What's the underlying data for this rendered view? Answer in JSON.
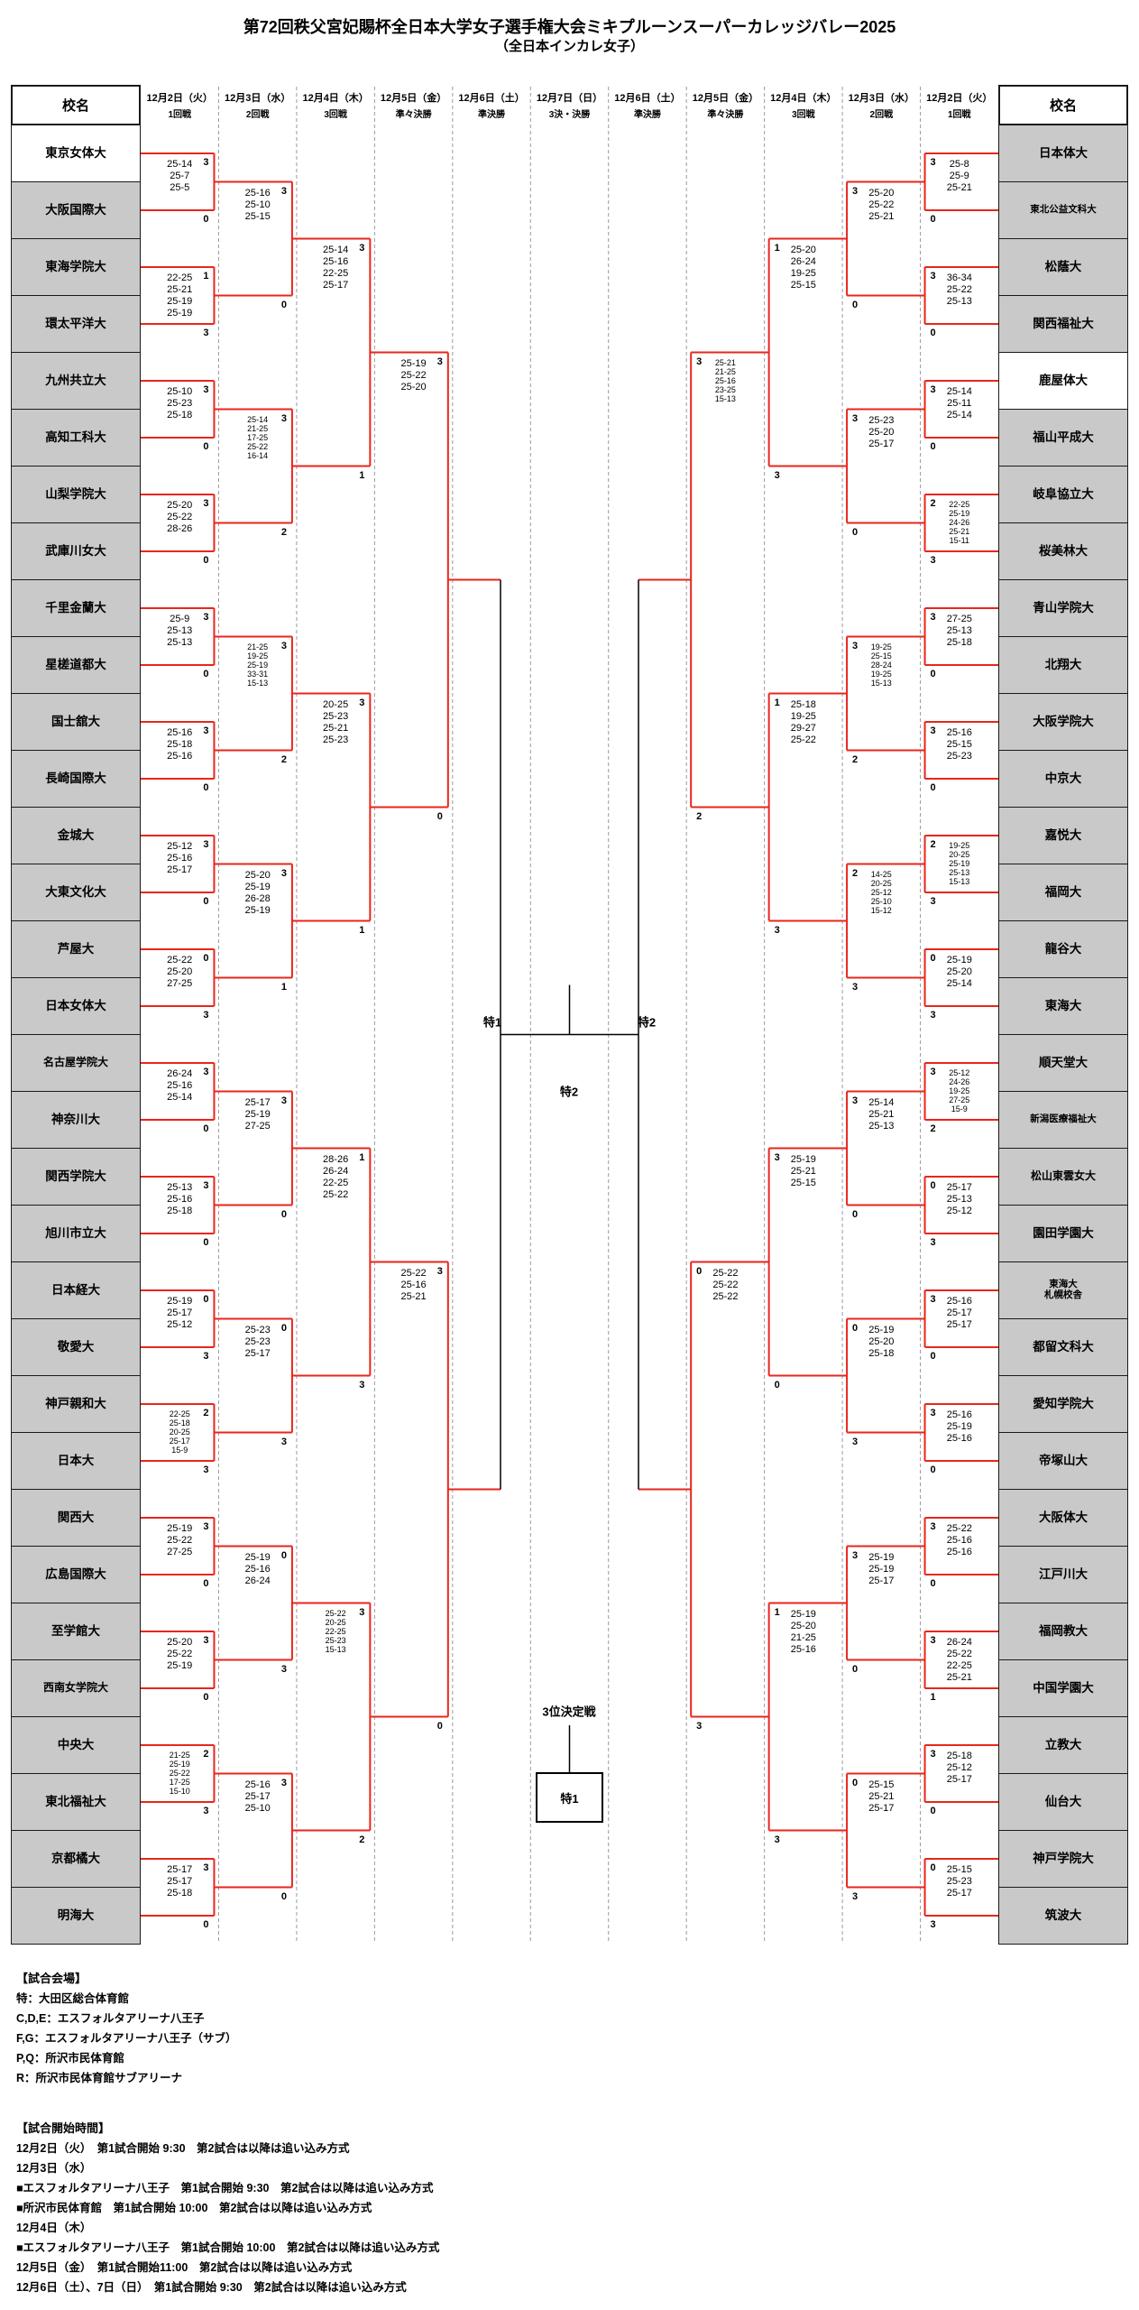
{
  "title": {
    "line1": "第72回秩父宮妃賜杯全日本大学女子選手権大会ミキプルーンスーパーカレッジバレー2025",
    "line2": "（全日本インカレ女子）"
  },
  "name_header": "校名",
  "columns": [
    {
      "date": "12月2日（火）",
      "round": "1回戦"
    },
    {
      "date": "12月3日（水）",
      "round": "2回戦"
    },
    {
      "date": "12月4日（木）",
      "round": "3回戦"
    },
    {
      "date": "12月5日（金）",
      "round": "準々決勝"
    },
    {
      "date": "12月6日（土）",
      "round": "準決勝"
    },
    {
      "date": "12月7日（日）",
      "round": "3決・決勝"
    },
    {
      "date": "12月6日（土）",
      "round": "準決勝"
    },
    {
      "date": "12月5日（金）",
      "round": "準々決勝"
    },
    {
      "date": "12月4日（木）",
      "round": "3回戦"
    },
    {
      "date": "12月3日（水）",
      "round": "2回戦"
    },
    {
      "date": "12月2日（火）",
      "round": "1回戦"
    }
  ],
  "teams": {
    "left": [
      {
        "name": "東京女体大",
        "hl": true
      },
      {
        "name": "大阪国際大",
        "hl": false
      },
      {
        "name": "東海学院大",
        "hl": false
      },
      {
        "name": "環太平洋大",
        "hl": false
      },
      {
        "name": "九州共立大",
        "hl": false
      },
      {
        "name": "高知工科大",
        "hl": false
      },
      {
        "name": "山梨学院大",
        "hl": false
      },
      {
        "name": "武庫川女大",
        "hl": false
      },
      {
        "name": "千里金蘭大",
        "hl": false
      },
      {
        "name": "星槎道都大",
        "hl": false
      },
      {
        "name": "国士舘大",
        "hl": false
      },
      {
        "name": "長崎国際大",
        "hl": false
      },
      {
        "name": "金城大",
        "hl": false
      },
      {
        "name": "大東文化大",
        "hl": false
      },
      {
        "name": "芦屋大",
        "hl": false
      },
      {
        "name": "日本女体大",
        "hl": false
      },
      {
        "name": "名古屋学院大",
        "hl": false
      },
      {
        "name": "神奈川大",
        "hl": false
      },
      {
        "name": "関西学院大",
        "hl": false
      },
      {
        "name": "旭川市立大",
        "hl": false
      },
      {
        "name": "日本経大",
        "hl": false
      },
      {
        "name": "敬愛大",
        "hl": false
      },
      {
        "name": "神戸親和大",
        "hl": false
      },
      {
        "name": "日本大",
        "hl": false
      },
      {
        "name": "関西大",
        "hl": false
      },
      {
        "name": "広島国際大",
        "hl": false
      },
      {
        "name": "至学館大",
        "hl": false
      },
      {
        "name": "西南女学院大",
        "hl": false
      },
      {
        "name": "中央大",
        "hl": false
      },
      {
        "name": "東北福祉大",
        "hl": false
      },
      {
        "name": "京都橘大",
        "hl": false
      },
      {
        "name": "明海大",
        "hl": false
      }
    ],
    "right": [
      {
        "name": "日本体大",
        "hl": false
      },
      {
        "name": "東北公益文科大",
        "hl": false
      },
      {
        "name": "松蔭大",
        "hl": false
      },
      {
        "name": "関西福祉大",
        "hl": false
      },
      {
        "name": "鹿屋体大",
        "hl": true
      },
      {
        "name": "福山平成大",
        "hl": false
      },
      {
        "name": "岐阜協立大",
        "hl": false
      },
      {
        "name": "桜美林大",
        "hl": false
      },
      {
        "name": "青山学院大",
        "hl": false
      },
      {
        "name": "北翔大",
        "hl": false
      },
      {
        "name": "大阪学院大",
        "hl": false
      },
      {
        "name": "中京大",
        "hl": false
      },
      {
        "name": "嘉悦大",
        "hl": false
      },
      {
        "name": "福岡大",
        "hl": false
      },
      {
        "name": "龍谷大",
        "hl": false
      },
      {
        "name": "東海大",
        "hl": false
      },
      {
        "name": "順天堂大",
        "hl": false
      },
      {
        "name": "新潟医療福祉大",
        "hl": false
      },
      {
        "name": "松山東雲女大",
        "hl": false
      },
      {
        "name": "園田学園大",
        "hl": false
      },
      {
        "name": "東海大\n札幌校舎",
        "hl": false
      },
      {
        "name": "都留文科大",
        "hl": false
      },
      {
        "name": "愛知学院大",
        "hl": false
      },
      {
        "name": "帝塚山大",
        "hl": false
      },
      {
        "name": "大阪体大",
        "hl": false
      },
      {
        "name": "江戸川大",
        "hl": false
      },
      {
        "name": "福岡教大",
        "hl": false
      },
      {
        "name": "中国学園大",
        "hl": false
      },
      {
        "name": "立教大",
        "hl": false
      },
      {
        "name": "仙台大",
        "hl": false
      },
      {
        "name": "神戸学院大",
        "hl": false
      },
      {
        "name": "筑波大",
        "hl": false
      }
    ]
  },
  "matches": {
    "left": {
      "r1": [
        {
          "sets": [
            "25-14",
            "25-7",
            "25-5"
          ],
          "won": [
            3,
            0
          ]
        },
        {
          "sets": [
            "22-25",
            "25-21",
            "25-19",
            "25-19"
          ],
          "won": [
            1,
            3
          ]
        },
        {
          "sets": [
            "25-10",
            "25-23",
            "25-18"
          ],
          "won": [
            3,
            0
          ]
        },
        {
          "sets": [
            "25-20",
            "25-22",
            "28-26"
          ],
          "won": [
            3,
            0
          ]
        },
        {
          "sets": [
            "25-9",
            "25-13",
            "25-13"
          ],
          "won": [
            3,
            0
          ]
        },
        {
          "sets": [
            "25-16",
            "25-18",
            "25-16"
          ],
          "won": [
            3,
            0
          ]
        },
        {
          "sets": [
            "25-12",
            "25-16",
            "25-17"
          ],
          "won": [
            3,
            0
          ]
        },
        {
          "sets": [
            "25-22",
            "25-20",
            "27-25"
          ],
          "won": [
            0,
            3
          ]
        },
        {
          "sets": [
            "26-24",
            "25-16",
            "25-14"
          ],
          "won": [
            3,
            0
          ]
        },
        {
          "sets": [
            "25-13",
            "25-16",
            "25-18"
          ],
          "won": [
            3,
            0
          ]
        },
        {
          "sets": [
            "25-19",
            "25-17",
            "25-12"
          ],
          "won": [
            0,
            3
          ]
        },
        {
          "sets": [
            "22-25",
            "25-18",
            "20-25",
            "25-17",
            "15-9"
          ],
          "won": [
            2,
            3
          ]
        },
        {
          "sets": [
            "25-19",
            "25-22",
            "27-25"
          ],
          "won": [
            3,
            0
          ]
        },
        {
          "sets": [
            "25-20",
            "25-22",
            "25-19"
          ],
          "won": [
            3,
            0
          ]
        },
        {
          "sets": [
            "21-25",
            "25-19",
            "25-22",
            "17-25",
            "15-10"
          ],
          "won": [
            2,
            3
          ]
        },
        {
          "sets": [
            "25-17",
            "25-17",
            "25-18"
          ],
          "won": [
            3,
            0
          ]
        }
      ],
      "r2": [
        {
          "sets": [
            "25-16",
            "25-10",
            "25-15"
          ],
          "won": [
            3,
            0
          ]
        },
        {
          "sets": [
            "25-14",
            "21-25",
            "17-25",
            "25-22",
            "16-14"
          ],
          "won": [
            3,
            2
          ]
        },
        {
          "sets": [
            "21-25",
            "19-25",
            "25-19",
            "33-31",
            "15-13"
          ],
          "won": [
            3,
            2
          ]
        },
        {
          "sets": [
            "25-20",
            "25-19",
            "26-28",
            "25-19"
          ],
          "won": [
            3,
            1
          ]
        },
        {
          "sets": [
            "25-17",
            "25-19",
            "27-25"
          ],
          "won": [
            3,
            0
          ]
        },
        {
          "sets": [
            "25-23",
            "25-23",
            "25-17"
          ],
          "won": [
            0,
            3
          ]
        },
        {
          "sets": [
            "25-19",
            "25-16",
            "26-24"
          ],
          "won": [
            0,
            3
          ]
        },
        {
          "sets": [
            "25-16",
            "25-17",
            "25-10"
          ],
          "won": [
            3,
            0
          ]
        }
      ],
      "r3": [
        {
          "sets": [
            "25-14",
            "25-16",
            "22-25",
            "25-17"
          ],
          "won": [
            3,
            1
          ]
        },
        {
          "sets": [
            "20-25",
            "25-23",
            "25-21",
            "25-23"
          ],
          "won": [
            3,
            1
          ]
        },
        {
          "sets": [
            "28-26",
            "26-24",
            "22-25",
            "25-22"
          ],
          "won": [
            1,
            3
          ]
        },
        {
          "sets": [
            "25-22",
            "20-25",
            "22-25",
            "25-23",
            "15-13"
          ],
          "won": [
            3,
            2
          ]
        }
      ],
      "qf": [
        {
          "sets": [
            "25-19",
            "25-22",
            "25-20"
          ],
          "won": [
            3,
            0
          ]
        },
        {
          "sets": [
            "25-22",
            "25-16",
            "25-21"
          ],
          "won": [
            3,
            0
          ]
        }
      ]
    },
    "right": {
      "r1": [
        {
          "sets": [
            "25-8",
            "25-9",
            "25-21"
          ],
          "won": [
            3,
            0
          ]
        },
        {
          "sets": [
            "36-34",
            "25-22",
            "25-13"
          ],
          "won": [
            3,
            0
          ]
        },
        {
          "sets": [
            "25-14",
            "25-11",
            "25-14"
          ],
          "won": [
            3,
            0
          ]
        },
        {
          "sets": [
            "22-25",
            "25-19",
            "24-26",
            "25-21",
            "15-11"
          ],
          "won": [
            2,
            3
          ]
        },
        {
          "sets": [
            "27-25",
            "25-13",
            "25-18"
          ],
          "won": [
            3,
            0
          ]
        },
        {
          "sets": [
            "25-16",
            "25-15",
            "25-23"
          ],
          "won": [
            3,
            0
          ]
        },
        {
          "sets": [
            "19-25",
            "20-25",
            "25-19",
            "25-13",
            "15-13"
          ],
          "won": [
            2,
            3
          ]
        },
        {
          "sets": [
            "25-19",
            "25-20",
            "25-14"
          ],
          "won": [
            0,
            3
          ]
        },
        {
          "sets": [
            "25-12",
            "24-26",
            "19-25",
            "27-25",
            "15-9"
          ],
          "won": [
            3,
            2
          ]
        },
        {
          "sets": [
            "25-17",
            "25-13",
            "25-12"
          ],
          "won": [
            0,
            3
          ]
        },
        {
          "sets": [
            "25-16",
            "25-17",
            "25-17"
          ],
          "won": [
            3,
            0
          ]
        },
        {
          "sets": [
            "25-16",
            "25-19",
            "25-16"
          ],
          "won": [
            3,
            0
          ]
        },
        {
          "sets": [
            "25-22",
            "25-16",
            "25-16"
          ],
          "won": [
            3,
            0
          ]
        },
        {
          "sets": [
            "26-24",
            "25-22",
            "22-25",
            "25-21"
          ],
          "won": [
            3,
            1
          ]
        },
        {
          "sets": [
            "25-18",
            "25-12",
            "25-17"
          ],
          "won": [
            3,
            0
          ]
        },
        {
          "sets": [
            "25-15",
            "25-23",
            "25-17"
          ],
          "won": [
            0,
            3
          ]
        }
      ],
      "r2": [
        {
          "sets": [
            "25-20",
            "25-22",
            "25-21"
          ],
          "won": [
            3,
            0
          ]
        },
        {
          "sets": [
            "25-23",
            "25-20",
            "25-17"
          ],
          "won": [
            3,
            0
          ]
        },
        {
          "sets": [
            "19-25",
            "25-15",
            "28-24",
            "19-25",
            "15-13"
          ],
          "won": [
            3,
            2
          ]
        },
        {
          "sets": [
            "14-25",
            "20-25",
            "25-12",
            "25-10",
            "15-12"
          ],
          "won": [
            2,
            3
          ]
        },
        {
          "sets": [
            "25-14",
            "25-21",
            "25-13"
          ],
          "won": [
            3,
            0
          ]
        },
        {
          "sets": [
            "25-19",
            "25-20",
            "25-18"
          ],
          "won": [
            0,
            3
          ]
        },
        {
          "sets": [
            "25-19",
            "25-19",
            "25-17"
          ],
          "won": [
            3,
            0
          ]
        },
        {
          "sets": [
            "25-15",
            "25-21",
            "25-17"
          ],
          "won": [
            0,
            3
          ]
        }
      ],
      "r3": [
        {
          "sets": [
            "25-20",
            "26-24",
            "19-25",
            "25-15"
          ],
          "won": [
            1,
            3
          ]
        },
        {
          "sets": [
            "25-18",
            "19-25",
            "29-27",
            "25-22"
          ],
          "won": [
            1,
            3
          ]
        },
        {
          "sets": [
            "25-19",
            "25-21",
            "25-15"
          ],
          "won": [
            3,
            0
          ]
        },
        {
          "sets": [
            "25-19",
            "25-20",
            "21-25",
            "25-16"
          ],
          "won": [
            1,
            3
          ]
        }
      ],
      "qf": [
        {
          "sets": [
            "25-21",
            "21-25",
            "25-16",
            "23-25",
            "15-13"
          ],
          "won": [
            3,
            2
          ]
        },
        {
          "sets": [
            "25-22",
            "25-22",
            "25-22"
          ],
          "won": [
            0,
            3
          ]
        }
      ]
    }
  },
  "center": {
    "semi_left": "特1",
    "semi_right": "特2",
    "final": "特2",
    "third_place_title": "3位決定戦",
    "third_place_box": "特1"
  },
  "colors": {
    "bracket_line": "#e8261d",
    "structure_line": "#000000",
    "team_bg": "#c9c9c9",
    "highlight_bg": "#ffffff"
  },
  "footer": {
    "venue_header": "【試合会場】",
    "venues": [
      "特：大田区総合体育館",
      "C,D,E：エスフォルタアリーナ八王子",
      "F,G：エスフォルタアリーナ八王子（サブ）",
      "P,Q：所沢市民体育館",
      "R：所沢市民体育館サブアリーナ"
    ],
    "time_header": "【試合開始時間】",
    "times": [
      "12月2日（火）　第1試合開始 9:30　第2試合は以降は追い込み方式",
      "12月3日（水）",
      "■エスフォルタアリーナ八王子　第1試合開始 9:30　第2試合は以降は追い込み方式",
      "■所沢市民体育館　第1試合開始 10:00　第2試合は以降は追い込み方式",
      "12月4日（木）",
      "■エスフォルタアリーナ八王子　第1試合開始 10:00　第2試合は以降は追い込み方式",
      "12月5日（金）　第1試合開始11:00　第2試合は以降は追い込み方式",
      "12月6日（土）、7日（日）　第1試合開始 9:30　第2試合は以降は追い込み方式"
    ]
  }
}
